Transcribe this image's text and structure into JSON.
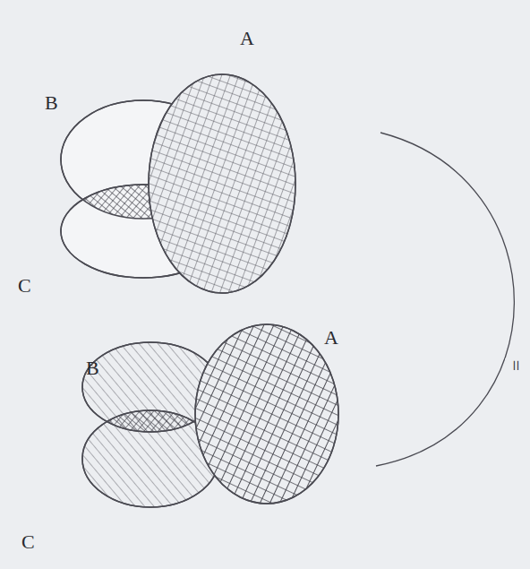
{
  "diagram": {
    "labels": [
      "A",
      "B",
      "C",
      "=",
      "A",
      "B",
      "C"
    ]
  }
}
